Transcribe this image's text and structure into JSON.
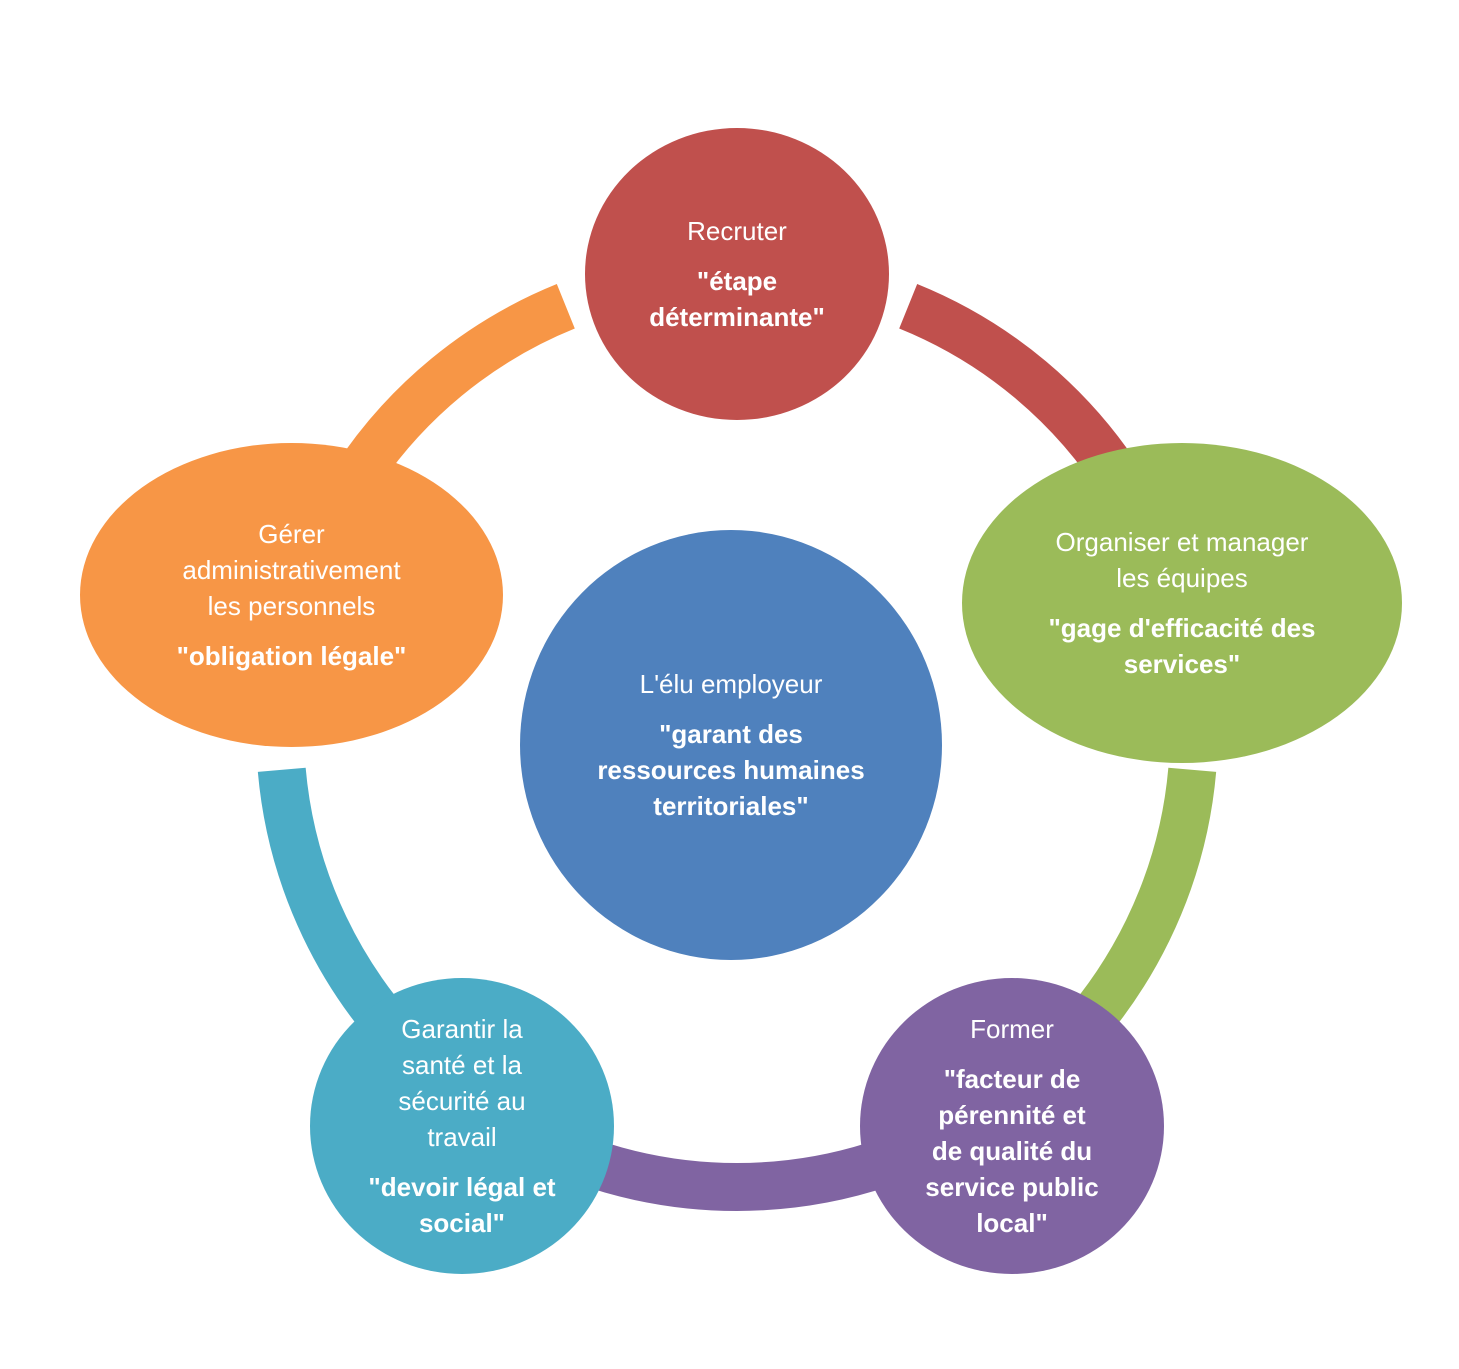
{
  "colors": {
    "center": "#4f81bd",
    "recruter": "#c0504d",
    "organiser": "#9bbb59",
    "former": "#8064a2",
    "garantir": "#4bacc6",
    "gerer": "#f79646"
  },
  "center": {
    "label": "L'élu employeur",
    "quote": "\"garant des\nressources humaines\nterritoriales\""
  },
  "nodes": {
    "recruter": {
      "label": "Recruter",
      "quote": "\"étape\ndéterminante\""
    },
    "organiser": {
      "label": "Organiser et manager\nles équipes",
      "quote": "\"gage d'efficacité des\nservices\""
    },
    "former": {
      "label": "Former",
      "quote": "\"facteur de\npérennité et\nde qualité du\nservice public\nlocal\""
    },
    "garantir": {
      "label": "Garantir la\nsanté et la\nsécurité au\ntravail",
      "quote": "\"devoir légal et\nsocial\""
    },
    "gerer": {
      "label": "Gérer\nadministrativement\nles personnels",
      "quote": "\"obligation légale\""
    }
  }
}
